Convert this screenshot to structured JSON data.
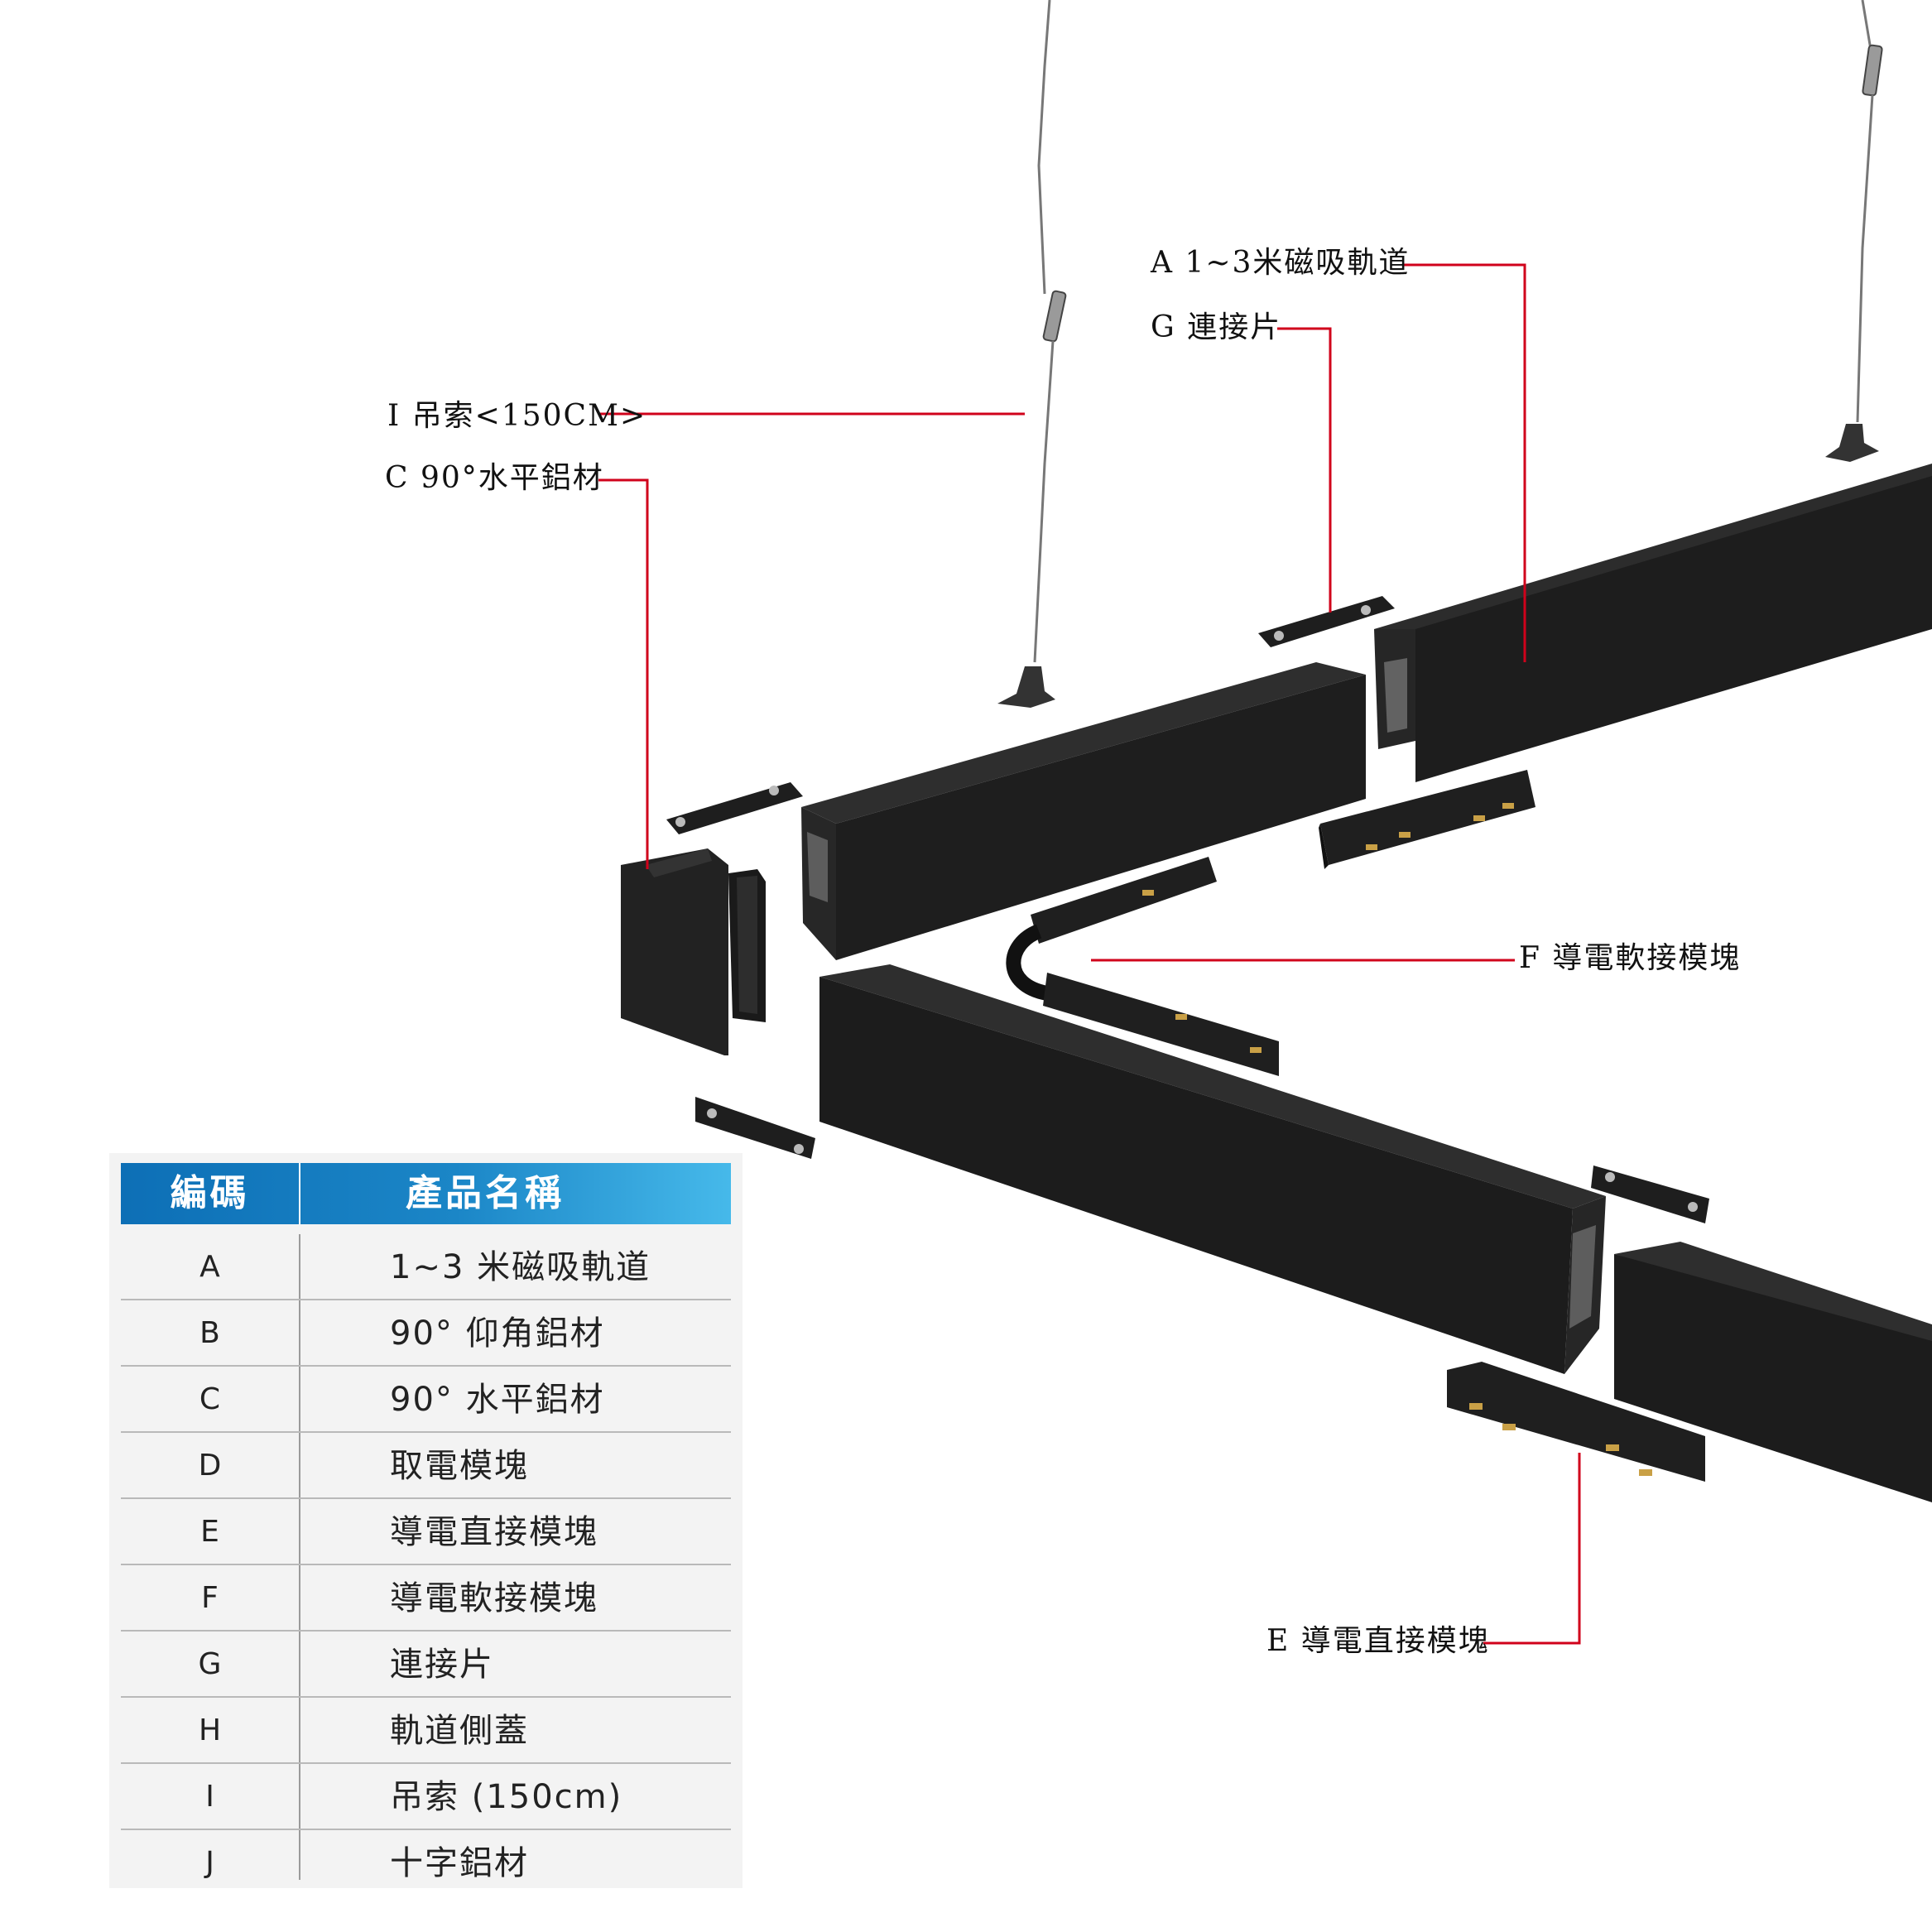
{
  "colors": {
    "leader": "#d0021b",
    "part": "#1c1c1c",
    "table_header": "#1b86c7"
  },
  "callouts": [
    {
      "id": "A",
      "text": "A 1~3米磁吸軌道"
    },
    {
      "id": "G",
      "text": "G 連接片"
    },
    {
      "id": "I",
      "text": "I 吊索<150CM>"
    },
    {
      "id": "C",
      "text": "C 90°水平鋁材"
    },
    {
      "id": "F",
      "text": "F 導電軟接模塊"
    },
    {
      "id": "E",
      "text": "E 導電直接模塊"
    }
  ],
  "table": {
    "headers": {
      "code": "編碼",
      "name": "產品名稱"
    },
    "rows": [
      {
        "code": "A",
        "name": "1~3 米磁吸軌道"
      },
      {
        "code": "B",
        "name": "90° 仰角鋁材"
      },
      {
        "code": "C",
        "name": "90° 水平鋁材"
      },
      {
        "code": "D",
        "name": "取電模塊"
      },
      {
        "code": "E",
        "name": "導電直接模塊"
      },
      {
        "code": "F",
        "name": "導電軟接模塊"
      },
      {
        "code": "G",
        "name": "連接片"
      },
      {
        "code": "H",
        "name": "軌道側蓋"
      },
      {
        "code": "I",
        "name": "吊索 (150cm)"
      },
      {
        "code": "J",
        "name": "十字鋁材"
      }
    ]
  }
}
